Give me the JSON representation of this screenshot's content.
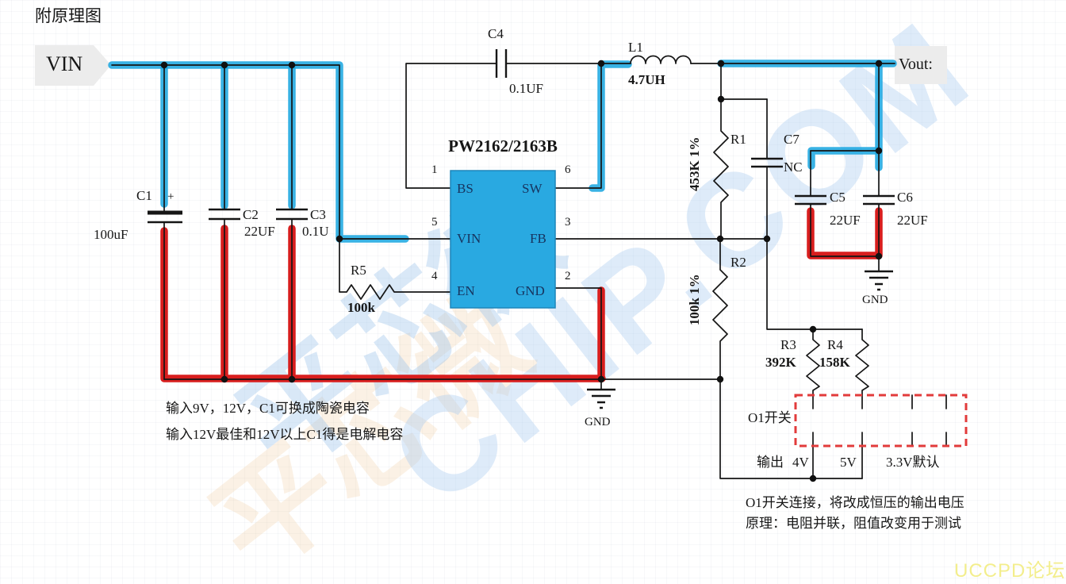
{
  "title": "附原理图",
  "nets": {
    "vin": "VIN",
    "vout": "Vout:"
  },
  "ic": {
    "part_number": "PW2162/2163B",
    "pins": [
      {
        "num": "1",
        "label": "BS"
      },
      {
        "num": "6",
        "label": "SW"
      },
      {
        "num": "5",
        "label": "VIN"
      },
      {
        "num": "3",
        "label": "FB"
      },
      {
        "num": "4",
        "label": "EN"
      },
      {
        "num": "2",
        "label": "GND"
      }
    ]
  },
  "components": {
    "c1": {
      "ref": "C1",
      "value": "100uF",
      "polarity": "+"
    },
    "c2": {
      "ref": "C2",
      "value": "22UF"
    },
    "c3": {
      "ref": "C3",
      "value": "0.1U"
    },
    "c4": {
      "ref": "C4",
      "value": "0.1UF"
    },
    "c5": {
      "ref": "C5",
      "value": "22UF"
    },
    "c6": {
      "ref": "C6",
      "value": "22UF"
    },
    "c7": {
      "ref": "C7",
      "value": "NC"
    },
    "l1": {
      "ref": "L1",
      "value": "4.7UH"
    },
    "r1": {
      "ref": "R1",
      "value": "453K 1%"
    },
    "r2": {
      "ref": "R2",
      "value": "100k 1%"
    },
    "r3": {
      "ref": "R3",
      "value": "392K"
    },
    "r4": {
      "ref": "R4",
      "value": "158K"
    },
    "r5": {
      "ref": "R5",
      "value": "100k"
    }
  },
  "grounds": {
    "mid": "GND",
    "output": "GND"
  },
  "switch_block": {
    "label": "O1开关",
    "output_prefix": "输出",
    "options": [
      "4V",
      "5V",
      "3.3V默认"
    ]
  },
  "notes": {
    "input_line1": "输入9V，12V，C1可换成陶瓷电容",
    "input_line2": "输入12V最佳和12V以上C1得是电解电容",
    "switch_line1": "O1开关连接，将改成恒压的输出电压",
    "switch_line2": "原理：电阻并联，阻值改变用于测试"
  },
  "watermark": {
    "brand_cn": "平芯微",
    "brand_en": "CHIP.COM",
    "forum": "UCCPD论坛"
  },
  "colors": {
    "wire_highlight_blue": "#1ea7e0",
    "wire_highlight_red": "#d81e1e",
    "ic_fill": "#29a9e1",
    "dashed_box": "#e23b3b",
    "net_label_bg": "#ececec",
    "forum_text": "#f3ee8d",
    "watermark_blue": "#bdd7f0"
  }
}
